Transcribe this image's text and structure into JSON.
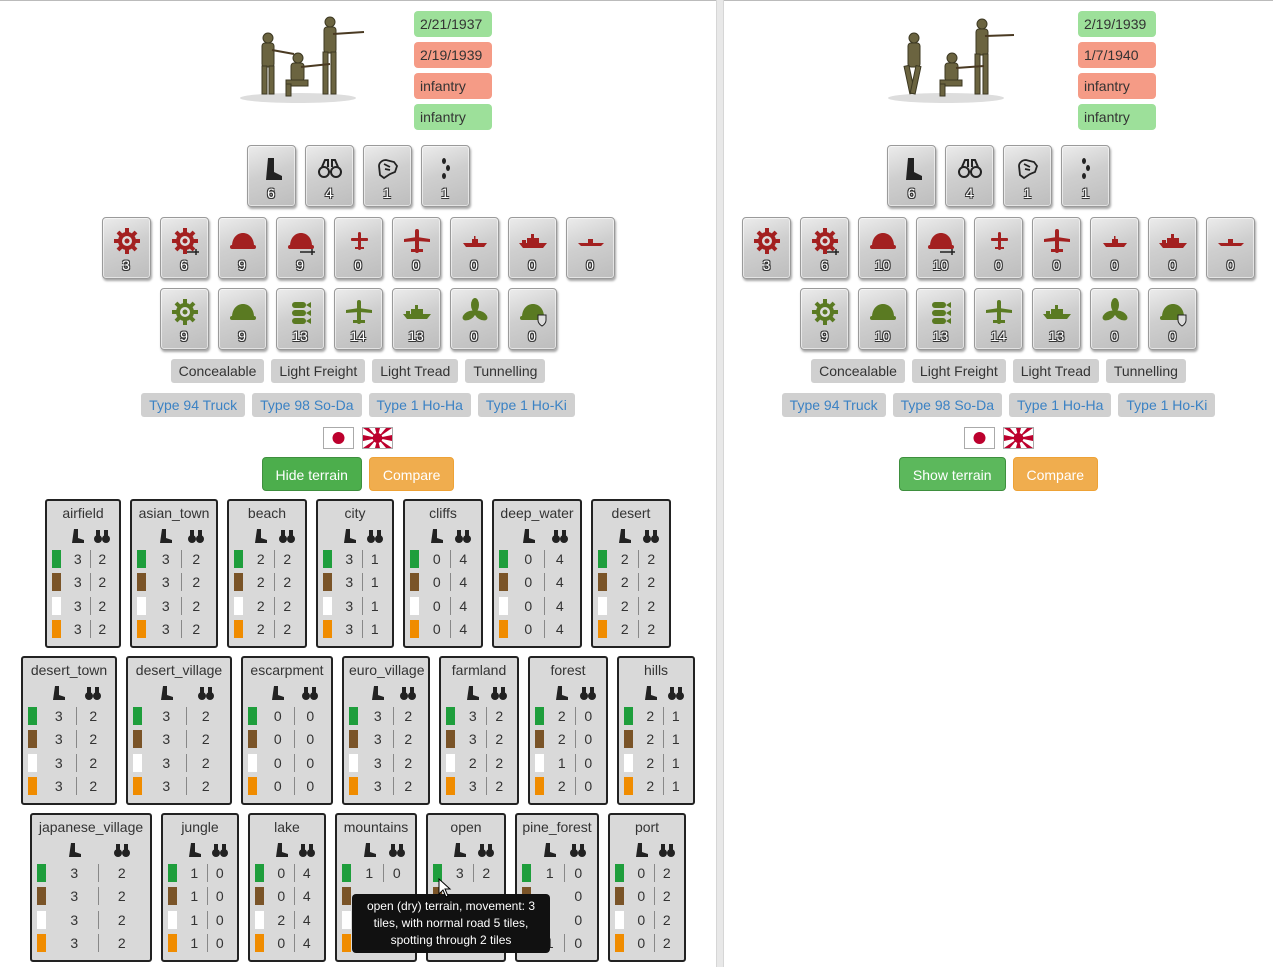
{
  "left": {
    "badges": [
      "2/21/1937",
      "2/19/1939",
      "infantry",
      "infantry"
    ],
    "badge_colors": [
      "#9de09a",
      "#f59b86",
      "#f59b86",
      "#9de09a"
    ],
    "stats_movement": [
      {
        "icon": "boot-icon",
        "value": "6"
      },
      {
        "icon": "binoculars-icon",
        "value": "4"
      },
      {
        "icon": "fist-icon",
        "value": "1"
      },
      {
        "icon": "footprints-icon",
        "value": "1"
      }
    ],
    "stats_attack": [
      {
        "icon": "gear-icon",
        "value": "3"
      },
      {
        "icon": "gear-sword-icon",
        "value": "6"
      },
      {
        "icon": "helmet-icon",
        "value": "9"
      },
      {
        "icon": "helmet-sword-icon",
        "value": "9"
      },
      {
        "icon": "plane-small-icon",
        "value": "0"
      },
      {
        "icon": "plane-icon",
        "value": "0"
      },
      {
        "icon": "ship-small-icon",
        "value": "0"
      },
      {
        "icon": "ship-icon",
        "value": "0"
      },
      {
        "icon": "submarine-icon",
        "value": "0"
      }
    ],
    "stats_defense": [
      {
        "icon": "gear-icon",
        "value": "9"
      },
      {
        "icon": "helmet-icon",
        "value": "9"
      },
      {
        "icon": "bombs-icon",
        "value": "13"
      },
      {
        "icon": "plane-icon",
        "value": "14"
      },
      {
        "icon": "ship-icon",
        "value": "13"
      },
      {
        "icon": "propeller-icon",
        "value": "0"
      },
      {
        "icon": "helmet-shield-icon",
        "value": "0"
      }
    ],
    "traits": [
      "Concealable",
      "Light Freight",
      "Light Tread",
      "Tunnelling"
    ],
    "transports": [
      "Type 94 Truck",
      "Type 98 So-Da",
      "Type 1 Ho-Ha",
      "Type 1 Ho-Ki"
    ],
    "terrain_button": "Hide terrain",
    "compare_button": "Compare"
  },
  "right": {
    "badges": [
      "2/19/1939",
      "1/7/1940",
      "infantry",
      "infantry"
    ],
    "badge_colors": [
      "#9de09a",
      "#f59b86",
      "#f59b86",
      "#9de09a"
    ],
    "stats_movement": [
      {
        "icon": "boot-icon",
        "value": "6"
      },
      {
        "icon": "binoculars-icon",
        "value": "4"
      },
      {
        "icon": "fist-icon",
        "value": "1"
      },
      {
        "icon": "footprints-icon",
        "value": "1"
      }
    ],
    "stats_attack": [
      {
        "icon": "gear-icon",
        "value": "3"
      },
      {
        "icon": "gear-sword-icon",
        "value": "6"
      },
      {
        "icon": "helmet-icon",
        "value": "10"
      },
      {
        "icon": "helmet-sword-icon",
        "value": "10"
      },
      {
        "icon": "plane-small-icon",
        "value": "0"
      },
      {
        "icon": "plane-icon",
        "value": "0"
      },
      {
        "icon": "ship-small-icon",
        "value": "0"
      },
      {
        "icon": "ship-icon",
        "value": "0"
      },
      {
        "icon": "submarine-icon",
        "value": "0"
      }
    ],
    "stats_defense": [
      {
        "icon": "gear-icon",
        "value": "9"
      },
      {
        "icon": "helmet-icon",
        "value": "10"
      },
      {
        "icon": "bombs-icon",
        "value": "13"
      },
      {
        "icon": "plane-icon",
        "value": "14"
      },
      {
        "icon": "ship-icon",
        "value": "13"
      },
      {
        "icon": "propeller-icon",
        "value": "0"
      },
      {
        "icon": "helmet-shield-icon",
        "value": "0"
      }
    ],
    "traits": [
      "Concealable",
      "Light Freight",
      "Light Tread",
      "Tunnelling"
    ],
    "transports": [
      "Type 94 Truck",
      "Type 98 So-Da",
      "Type 1 Ho-Ha",
      "Type 1 Ho-Ki"
    ],
    "terrain_button": "Show terrain",
    "compare_button": "Compare"
  },
  "weather_colors": [
    "#1e9e3c",
    "#7a5428",
    "#ffffff",
    "#f08c00"
  ],
  "terrain_rows": [
    [
      {
        "name": "airfield",
        "rows": [
          [
            "3",
            "2"
          ],
          [
            "3",
            "2"
          ],
          [
            "3",
            "2"
          ],
          [
            "3",
            "2"
          ]
        ]
      },
      {
        "name": "asian_town",
        "rows": [
          [
            "3",
            "2"
          ],
          [
            "3",
            "2"
          ],
          [
            "3",
            "2"
          ],
          [
            "3",
            "2"
          ]
        ]
      },
      {
        "name": "beach",
        "rows": [
          [
            "2",
            "2"
          ],
          [
            "2",
            "2"
          ],
          [
            "2",
            "2"
          ],
          [
            "2",
            "2"
          ]
        ]
      },
      {
        "name": "city",
        "rows": [
          [
            "3",
            "1"
          ],
          [
            "3",
            "1"
          ],
          [
            "3",
            "1"
          ],
          [
            "3",
            "1"
          ]
        ]
      },
      {
        "name": "cliffs",
        "rows": [
          [
            "0",
            "4"
          ],
          [
            "0",
            "4"
          ],
          [
            "0",
            "4"
          ],
          [
            "0",
            "4"
          ]
        ]
      },
      {
        "name": "deep_water",
        "rows": [
          [
            "0",
            "4"
          ],
          [
            "0",
            "4"
          ],
          [
            "0",
            "4"
          ],
          [
            "0",
            "4"
          ]
        ]
      },
      {
        "name": "desert",
        "rows": [
          [
            "2",
            "2"
          ],
          [
            "2",
            "2"
          ],
          [
            "2",
            "2"
          ],
          [
            "2",
            "2"
          ]
        ]
      }
    ],
    [
      {
        "name": "desert_town",
        "rows": [
          [
            "3",
            "2"
          ],
          [
            "3",
            "2"
          ],
          [
            "3",
            "2"
          ],
          [
            "3",
            "2"
          ]
        ]
      },
      {
        "name": "desert_village",
        "rows": [
          [
            "3",
            "2"
          ],
          [
            "3",
            "2"
          ],
          [
            "3",
            "2"
          ],
          [
            "3",
            "2"
          ]
        ]
      },
      {
        "name": "escarpment",
        "rows": [
          [
            "0",
            "0"
          ],
          [
            "0",
            "0"
          ],
          [
            "0",
            "0"
          ],
          [
            "0",
            "0"
          ]
        ]
      },
      {
        "name": "euro_village",
        "rows": [
          [
            "3",
            "2"
          ],
          [
            "3",
            "2"
          ],
          [
            "3",
            "2"
          ],
          [
            "3",
            "2"
          ]
        ]
      },
      {
        "name": "farmland",
        "rows": [
          [
            "3",
            "2"
          ],
          [
            "3",
            "2"
          ],
          [
            "2",
            "2"
          ],
          [
            "3",
            "2"
          ]
        ]
      },
      {
        "name": "forest",
        "rows": [
          [
            "2",
            "0"
          ],
          [
            "2",
            "0"
          ],
          [
            "1",
            "0"
          ],
          [
            "2",
            "0"
          ]
        ]
      },
      {
        "name": "hills",
        "rows": [
          [
            "2",
            "1"
          ],
          [
            "2",
            "1"
          ],
          [
            "2",
            "1"
          ],
          [
            "2",
            "1"
          ]
        ]
      }
    ],
    [
      {
        "name": "japanese_village",
        "rows": [
          [
            "3",
            "2"
          ],
          [
            "3",
            "2"
          ],
          [
            "3",
            "2"
          ],
          [
            "3",
            "2"
          ]
        ]
      },
      {
        "name": "jungle",
        "rows": [
          [
            "1",
            "0"
          ],
          [
            "1",
            "0"
          ],
          [
            "1",
            "0"
          ],
          [
            "1",
            "0"
          ]
        ]
      },
      {
        "name": "lake",
        "rows": [
          [
            "0",
            "4"
          ],
          [
            "0",
            "4"
          ],
          [
            "2",
            "4"
          ],
          [
            "0",
            "4"
          ]
        ]
      },
      {
        "name": "mountains",
        "rows": [
          [
            "1",
            "0"
          ],
          [
            "",
            ""
          ],
          [
            "",
            ""
          ],
          [
            "",
            ""
          ]
        ]
      },
      {
        "name": "open",
        "rows": [
          [
            "3",
            "2"
          ],
          [
            "",
            ""
          ],
          [
            "",
            ""
          ],
          [
            "",
            ""
          ]
        ]
      },
      {
        "name": "pine_forest",
        "rows": [
          [
            "1",
            "0"
          ],
          [
            "",
            "0"
          ],
          [
            "",
            "0"
          ],
          [
            "1",
            "0"
          ]
        ]
      },
      {
        "name": "port",
        "rows": [
          [
            "0",
            "2"
          ],
          [
            "0",
            "2"
          ],
          [
            "0",
            "2"
          ],
          [
            "0",
            "2"
          ]
        ]
      }
    ]
  ],
  "tooltip": "open (dry) terrain, movement: 3 tiles, with normal road 5 tiles, spotting through 2 tiles"
}
